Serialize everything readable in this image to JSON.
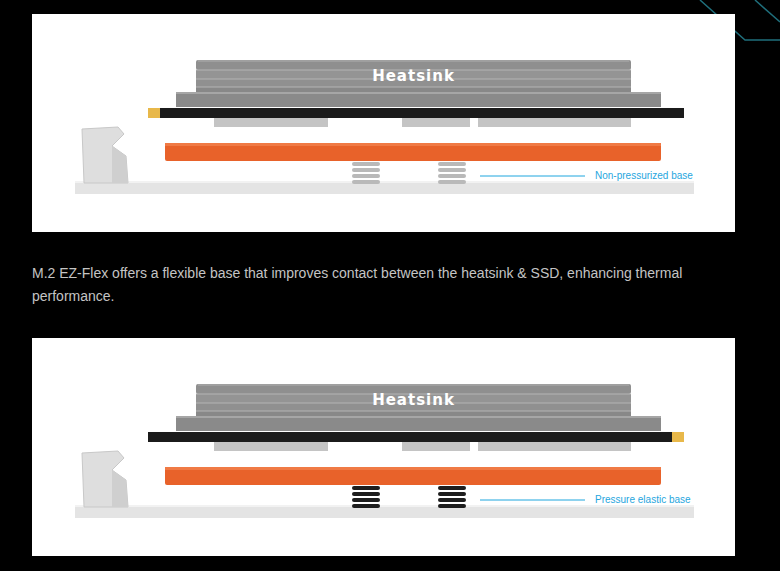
{
  "diagram": {
    "caption": "M.2 EZ-Flex offers a flexible base that improves contact between the heatsink & SSD, enhancing thermal performance.",
    "nodes": [
      {
        "text": [
          "Heatsink"
        ]
      },
      {
        "text": [
          "Heatsink"
        ]
      }
    ],
    "labels": [
      "Non-pressurized base",
      "Pressure elastic base"
    ]
  }
}
